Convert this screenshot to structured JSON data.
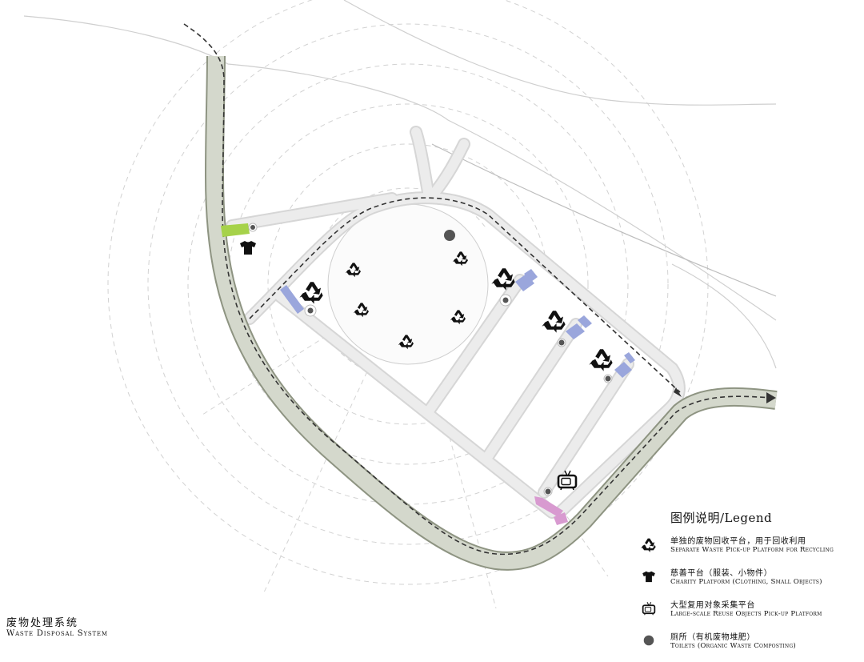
{
  "title": {
    "zh": "废物处理系统",
    "en": "Waste Disposal System"
  },
  "legend": {
    "title": "图例说明/Legend",
    "items": [
      {
        "icon": "recycle-icon",
        "zh": "单独的废物回收平台，用于回收利用",
        "en": "Separate Waste Pick-up Platform for Recycling"
      },
      {
        "icon": "tshirt-icon",
        "zh": "慈善平台（服装、小物件）",
        "en": "Charity Platform (Clothing, Small Objects)"
      },
      {
        "icon": "tv-icon",
        "zh": "大型复用对象采集平台",
        "en": "Large-scale Reuse Objects Pick-up Platform"
      },
      {
        "icon": "toilet-dot-icon",
        "zh": "厕所（有机废物堆肥）",
        "en": "Toilets (Organic Waste Composting)"
      }
    ]
  },
  "colors": {
    "main-road": "#d4d8cc",
    "main-road-edge": "#8e9482",
    "path": "#e6e6e6",
    "recycling-platform": "#9aa6dc",
    "charity-platform": "#a6d24a",
    "reuse-platform": "#d89ad0",
    "toilet": "#555555",
    "route-dash": "#333333"
  }
}
